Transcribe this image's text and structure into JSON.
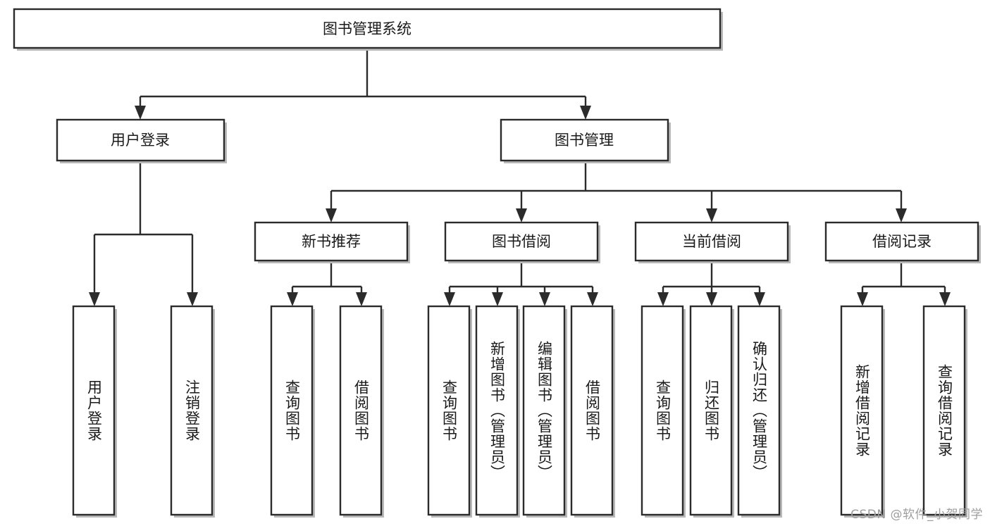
{
  "diagram": {
    "title": "图书管理系统",
    "type": "tree-flowchart",
    "root": {
      "id": "root",
      "label": "图书管理系统",
      "orientation": "horizontal"
    },
    "level2": [
      {
        "id": "user-login",
        "label": "用户登录",
        "orientation": "horizontal"
      },
      {
        "id": "book-manage",
        "label": "图书管理",
        "orientation": "horizontal"
      }
    ],
    "level3": [
      {
        "id": "new-book-recommend",
        "label": "新书推荐",
        "parent": "book-manage",
        "orientation": "horizontal"
      },
      {
        "id": "book-borrow",
        "label": "图书借阅",
        "parent": "book-manage",
        "orientation": "horizontal"
      },
      {
        "id": "current-borrow",
        "label": "当前借阅",
        "parent": "book-manage",
        "orientation": "horizontal"
      },
      {
        "id": "borrow-record",
        "label": "借阅记录",
        "parent": "book-manage",
        "orientation": "horizontal"
      }
    ],
    "leaves": [
      {
        "id": "leaf-user-login",
        "label": "用户登录",
        "parent": "user-login",
        "orientation": "vertical"
      },
      {
        "id": "leaf-user-logout",
        "label": "注销登录",
        "parent": "user-login",
        "orientation": "vertical"
      },
      {
        "id": "leaf-query-book-1",
        "label": "查询图书",
        "parent": "new-book-recommend",
        "orientation": "vertical"
      },
      {
        "id": "leaf-borrow-book-1",
        "label": "借阅图书",
        "parent": "new-book-recommend",
        "orientation": "vertical"
      },
      {
        "id": "leaf-query-book-2",
        "label": "查询图书",
        "parent": "book-borrow",
        "orientation": "vertical"
      },
      {
        "id": "leaf-add-book",
        "label": "新增图书（管理员）",
        "parent": "book-borrow",
        "orientation": "vertical"
      },
      {
        "id": "leaf-edit-book",
        "label": "编辑图书（管理员）",
        "parent": "book-borrow",
        "orientation": "vertical"
      },
      {
        "id": "leaf-borrow-book-2",
        "label": "借阅图书",
        "parent": "book-borrow",
        "orientation": "vertical"
      },
      {
        "id": "leaf-query-book-3",
        "label": "查询图书",
        "parent": "current-borrow",
        "orientation": "vertical"
      },
      {
        "id": "leaf-return-book",
        "label": "归还图书",
        "parent": "current-borrow",
        "orientation": "vertical"
      },
      {
        "id": "leaf-confirm-return",
        "label": "确认归还（管理员）",
        "parent": "current-borrow",
        "orientation": "vertical"
      },
      {
        "id": "leaf-add-record",
        "label": "新增借阅记录",
        "parent": "borrow-record",
        "orientation": "vertical"
      },
      {
        "id": "leaf-query-record",
        "label": "查询借阅记录",
        "parent": "borrow-record",
        "orientation": "vertical"
      }
    ],
    "watermark": "CSDN @软件_小贺同学",
    "colors": {
      "box_stroke": "#2b2b2b",
      "box_fill": "#ffffff",
      "text": "#1a1a1a",
      "watermark": "#9e9e9e",
      "background": "#ffffff"
    }
  }
}
